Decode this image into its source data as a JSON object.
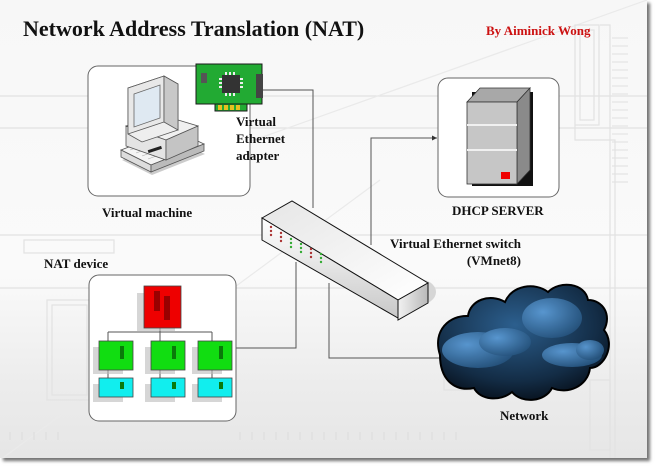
{
  "title": "Network Address Translation (NAT)",
  "author": "By Aiminick Wong",
  "colors": {
    "author_text": "#cc1111",
    "nat_root": "#ee0000",
    "nat_level2": "#11dd11",
    "nat_level3": "#11eeee",
    "adapter_board": "#22aa33",
    "cloud_dark": "#0d1a2a",
    "cloud_light": "#4f8ec8",
    "server_body": "#c6c6c6",
    "server_led": "#ee0000"
  },
  "nodes": {
    "virtual_machine": {
      "label": "Virtual machine",
      "icon": "desktop-computer-icon"
    },
    "adapter": {
      "label_lines": [
        "Virtual",
        "Ethernet",
        "adapter"
      ],
      "icon": "network-card-icon"
    },
    "dhcp_server": {
      "label": "DHCP SERVER",
      "icon": "server-tower-icon"
    },
    "switch": {
      "label_lines": [
        "Virtual Ethernet switch",
        "(VMnet8)"
      ],
      "icon": "ethernet-switch-icon"
    },
    "nat_device": {
      "label": "NAT device",
      "icon": "hierarchy-icon"
    },
    "network": {
      "label": "Network",
      "icon": "cloud-icon"
    }
  },
  "connections": [
    {
      "from": "adapter",
      "to": "switch"
    },
    {
      "from": "switch",
      "to": "dhcp_server"
    },
    {
      "from": "nat_device",
      "to": "switch"
    },
    {
      "from": "switch",
      "to": "network"
    }
  ]
}
